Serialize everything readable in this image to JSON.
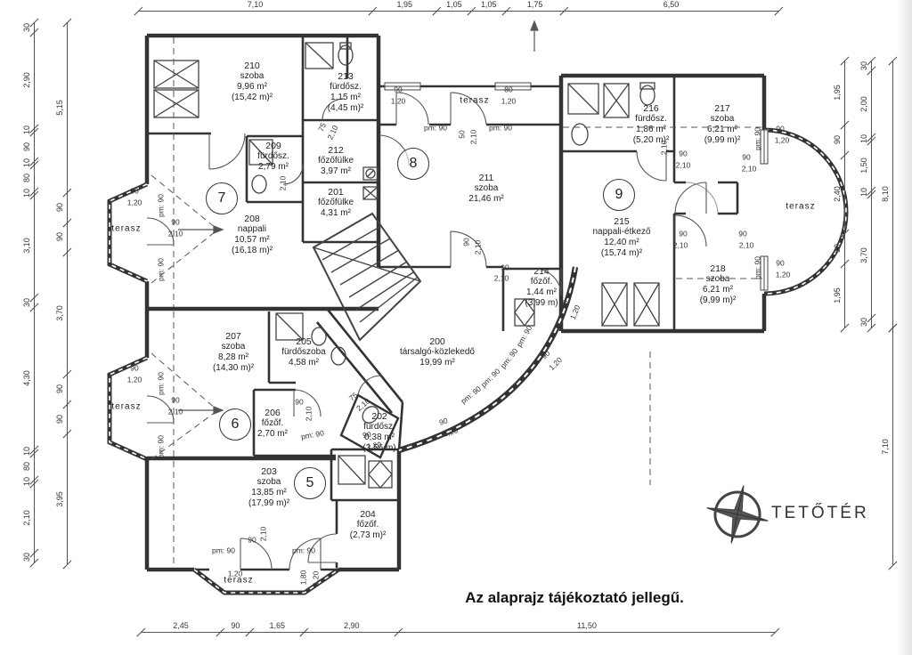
{
  "texts": {
    "plan_name": "TETŐTÉR",
    "disclaimer": "Az alaprajz tájékoztató jellegű.",
    "terasz": "terasz"
  },
  "units": {
    "u5": "5",
    "u6": "6",
    "u7": "7",
    "u8": "8",
    "u9": "9"
  },
  "rooms": {
    "r200": {
      "number": "200",
      "name": "társalgó-közlekedő",
      "area": "19,99 m²"
    },
    "r201": {
      "number": "201",
      "name": "főzőfülke",
      "area": "4,31 m²"
    },
    "r202": {
      "number": "202",
      "name": "fürdősz.",
      "area": "0,38 m²",
      "total": "(3,56 m)"
    },
    "r203": {
      "number": "203",
      "name": "szoba",
      "area": "13,85 m²",
      "total": "(17,99 m)²"
    },
    "r204": {
      "number": "204",
      "name": "főzőf.",
      "total": "(2,73 m)²"
    },
    "r205": {
      "number": "205",
      "name": "fürdőszoba",
      "area": "4,58 m²"
    },
    "r206": {
      "number": "206",
      "name": "főzőf.",
      "area": "2,70 m²"
    },
    "r207": {
      "number": "207",
      "name": "szoba",
      "area": "8,28 m²",
      "total": "(14,30 m)²"
    },
    "r208": {
      "number": "208",
      "name": "nappali",
      "area": "10,57 m²",
      "total": "(16,18 m)²"
    },
    "r209": {
      "number": "209",
      "name": "fürdősz.",
      "area": "2,79 m²"
    },
    "r210": {
      "number": "210",
      "name": "szoba",
      "area": "9,96 m²",
      "total": "(15,42 m)²"
    },
    "r211": {
      "number": "211",
      "name": "szoba",
      "area": "21,46 m²"
    },
    "r212": {
      "number": "212",
      "name": "főzőfülke",
      "area": "3,97 m²"
    },
    "r213": {
      "number": "213",
      "name": "fürdősz.",
      "area": "1,15 m²",
      "total": "(4,45 m)²"
    },
    "r214": {
      "number": "214",
      "name": "főzőf.",
      "area": "1,44 m²",
      "total": "(3,99 m)"
    },
    "r215": {
      "number": "215",
      "name": "nappali-étkező",
      "area": "12,40 m²",
      "total": "(15,74 m)²"
    },
    "r216": {
      "number": "216",
      "name": "fürdősz.",
      "area": "1,86 m²",
      "total": "(5,20 m)²"
    },
    "r217": {
      "number": "217",
      "name": "szoba",
      "area": "6,21 m²",
      "total": "(9,99 m)²"
    },
    "r218": {
      "number": "218",
      "name": "szoba",
      "area": "6,21 m²",
      "total": "(9,99 m)²"
    }
  },
  "annotations": {
    "w50": "50",
    "w75": "75",
    "w80": "80",
    "w90": "90",
    "h120": "1,20",
    "h180": "1,80",
    "h210": "2,10",
    "pm90": "pm: 90"
  },
  "dims": {
    "top": [
      "7,10",
      "1,95",
      "1,05",
      "1,05",
      "1,75",
      "6,50"
    ],
    "bottom": [
      "2,45",
      "90",
      "1,65",
      "2,90",
      "11,50"
    ],
    "left_outer": [
      "30",
      "2,90",
      "10",
      "90",
      "10",
      "80",
      "10",
      "3,10",
      "30",
      "4,30",
      "10",
      "80",
      "10",
      "2,10",
      "30"
    ],
    "left_inner": [
      "5,15",
      "90",
      "90",
      "3,70",
      "90",
      "90",
      "3,95"
    ],
    "right_inner": [
      "1,95",
      "90",
      "2,40",
      "90",
      "1,95"
    ],
    "right_mid": [
      "30",
      "2,00",
      "10",
      "1,50",
      "10",
      "3,70",
      "30"
    ],
    "right_outer_upper": [
      "8,10"
    ],
    "right_outer_lower": [
      "7,10"
    ]
  }
}
